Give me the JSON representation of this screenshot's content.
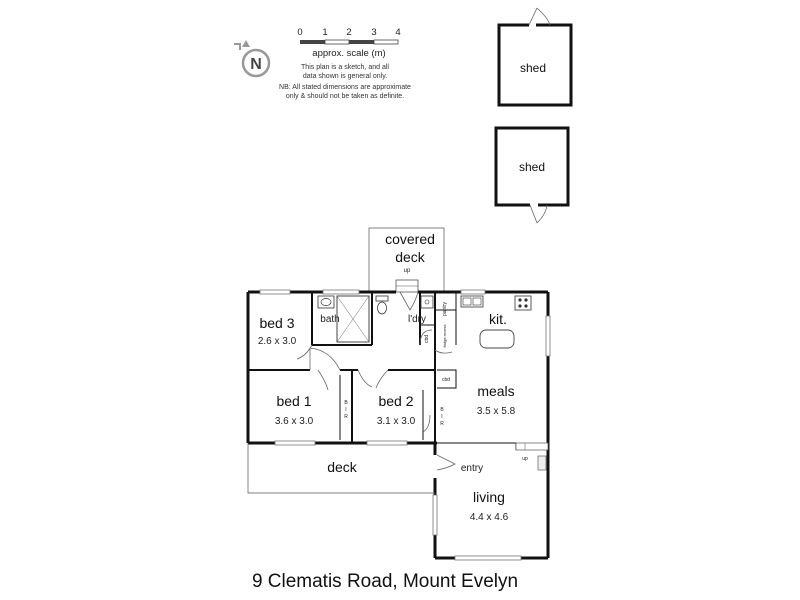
{
  "compass": {
    "label": "N"
  },
  "scale": {
    "ticks": [
      "0",
      "1",
      "2",
      "3",
      "4"
    ],
    "label": "approx. scale (m)",
    "note_lines": [
      "This plan is a sketch, and all",
      "data shown is general only."
    ],
    "disclaimer_lines": [
      "NB: All stated dimensions are approximate",
      "only & should not be taken as definite."
    ]
  },
  "rooms": {
    "shed_1": {
      "name": "shed"
    },
    "shed_2": {
      "name": "shed"
    },
    "covered_deck": {
      "name_line1": "covered",
      "name_line2": "deck",
      "stairs": "up"
    },
    "bed3": {
      "name": "bed 3",
      "dims": "2.6 x 3.0"
    },
    "bath": {
      "name": "bath"
    },
    "ldry": {
      "name": "l'dry"
    },
    "pantry": {
      "name": "pantry"
    },
    "fridge": {
      "name": "fridge recess"
    },
    "kit": {
      "name": "kit."
    },
    "cbd_ldry": {
      "name": "cbd"
    },
    "cbd_meals": {
      "name": "cbd"
    },
    "bed1": {
      "name": "bed 1",
      "dims": "3.6 x 3.0"
    },
    "bir_bed1": {
      "letters": [
        "B",
        "I",
        "R"
      ]
    },
    "bed2": {
      "name": "bed 2",
      "dims": "3.1 x 3.0"
    },
    "bir_bed2": {
      "letters": [
        "B",
        "I",
        "R"
      ]
    },
    "meals": {
      "name": "meals",
      "dims": "3.5 x 5.8"
    },
    "deck": {
      "name": "deck"
    },
    "entry": {
      "name": "entry",
      "stairs": "up"
    },
    "living": {
      "name": "living",
      "dims": "4.4 x 4.6"
    }
  },
  "address": "9 Clematis Road, Mount Evelyn"
}
